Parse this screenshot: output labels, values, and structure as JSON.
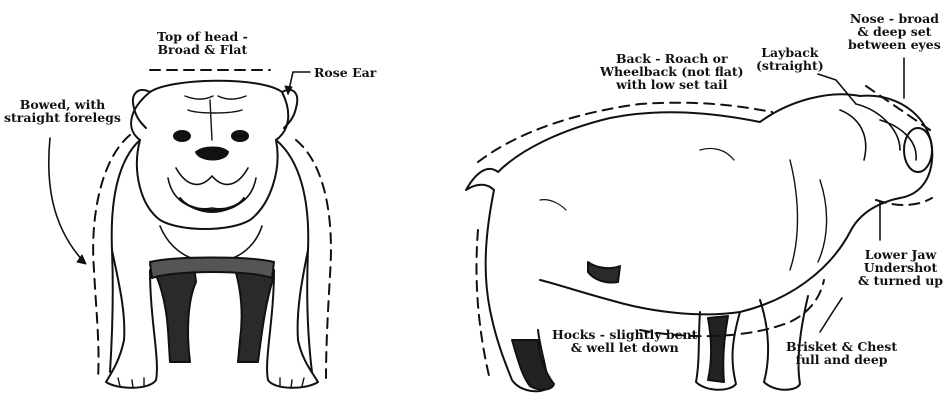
{
  "labels": {
    "top_of_head": [
      "Top of head -",
      "Broad & Flat"
    ],
    "rose_ear": [
      "Rose Ear"
    ],
    "bowed_forelegs": [
      "Bowed, with",
      "straight forelegs"
    ],
    "back": [
      "Back - Roach or",
      "Wheelback (not flat)",
      "with low set tail"
    ],
    "layback": [
      "Layback",
      "(straight)"
    ],
    "nose": [
      "Nose - broad",
      "& deep set",
      "between eyes"
    ],
    "lower_jaw": [
      "Lower Jaw",
      "Undershot",
      "& turned up"
    ],
    "hocks": [
      "Hocks - slightly bent",
      "& well let down"
    ],
    "brisket": [
      "Brisket & Chest",
      "full and deep"
    ]
  },
  "colors": {
    "ink": "#111111",
    "background": "#ffffff"
  }
}
